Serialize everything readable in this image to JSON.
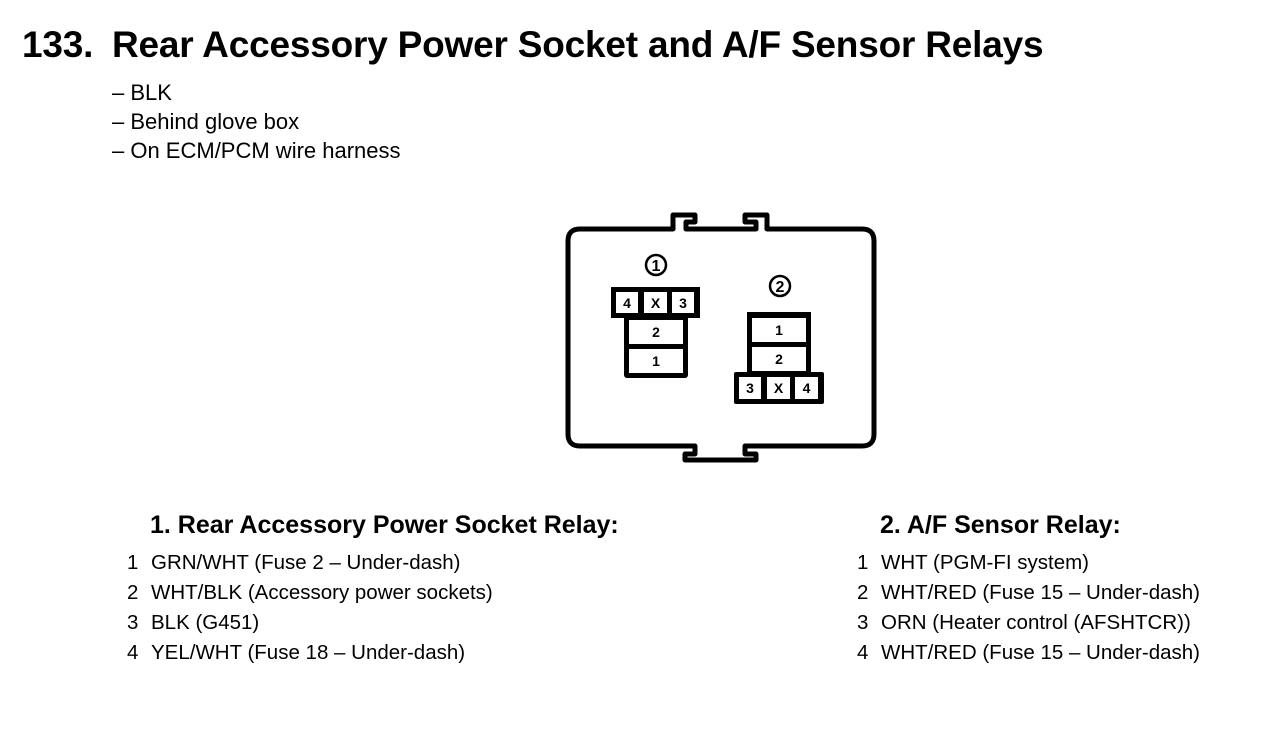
{
  "header": {
    "number": "133.",
    "title": "Rear Accessory Power Socket and A/F Sensor Relays"
  },
  "notes": [
    "– BLK",
    "– Behind glove box",
    "– On ECM/PCM wire harness"
  ],
  "diagram": {
    "connector1": {
      "label": "1",
      "top_row": [
        "4",
        "X",
        "3"
      ],
      "rows": [
        "2",
        "1"
      ]
    },
    "connector2": {
      "label": "2",
      "rows": [
        "1",
        "2"
      ],
      "bottom_row": [
        "3",
        "X",
        "4"
      ]
    }
  },
  "sections": [
    {
      "heading": "1. Rear Accessory Power Socket Relay:",
      "pins": [
        {
          "pin": "1",
          "desc": "GRN/WHT (Fuse 2 – Under-dash)"
        },
        {
          "pin": "2",
          "desc": "WHT/BLK (Accessory power sockets)"
        },
        {
          "pin": "3",
          "desc": "BLK (G451)"
        },
        {
          "pin": "4",
          "desc": "YEL/WHT (Fuse 18 – Under-dash)"
        }
      ]
    },
    {
      "heading": "2. A/F Sensor Relay:",
      "pins": [
        {
          "pin": "1",
          "desc": "WHT (PGM-FI system)"
        },
        {
          "pin": "2",
          "desc": "WHT/RED (Fuse 15 – Under-dash)"
        },
        {
          "pin": "3",
          "desc": "ORN (Heater control (AFSHTCR))"
        },
        {
          "pin": "4",
          "desc": "WHT/RED (Fuse 15 – Under-dash)"
        }
      ]
    }
  ]
}
